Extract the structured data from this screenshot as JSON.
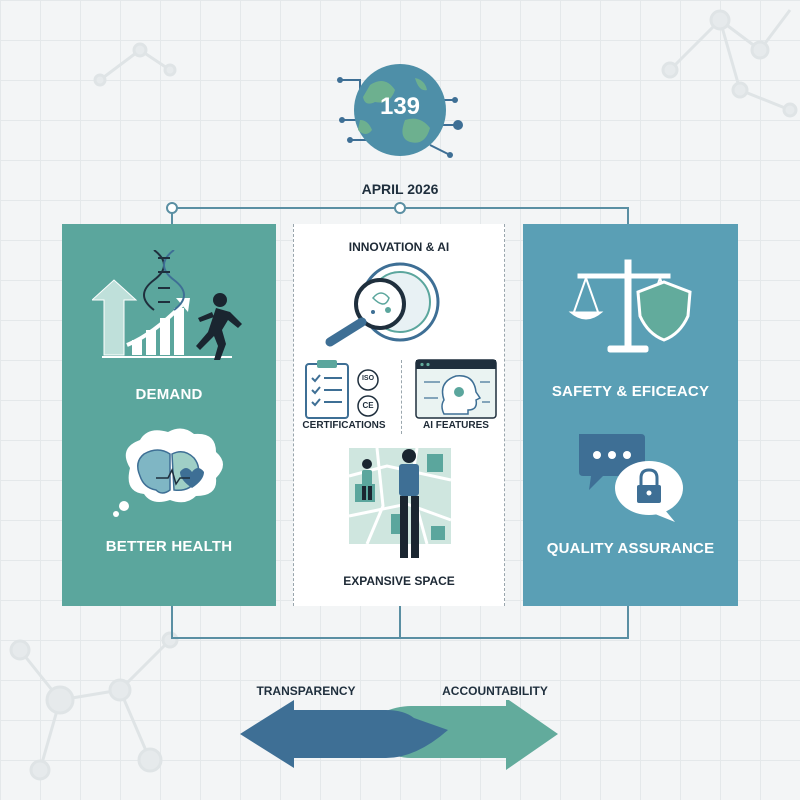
{
  "header": {
    "badge_number": "139",
    "date": "APRIL 2026"
  },
  "left_panel": {
    "color": "#5ba69d",
    "demand_label": "DEMAND",
    "better_health_label": "BETTER HEALTH"
  },
  "center_panel": {
    "innovation_label": "INNOVATION & AI",
    "certifications_label": "CERTIFICATIONS",
    "ai_features_label": "AI FEATURES",
    "expansive_space_label": "EXPANSIVE SPACE",
    "iso_text": "ISO",
    "ce_text": "CE"
  },
  "right_panel": {
    "color": "#5a9fb5",
    "safety_label": "SAFETY & EFICEACY",
    "quality_label": "QUALITY ASSURANCE"
  },
  "footer": {
    "transparency_label": "TRANSPARENCY",
    "accountability_label": "ACCOUNTABILITY",
    "left_arrow_color": "#3e6f95",
    "right_arrow_color": "#62ab9c"
  },
  "icons": [
    "globe-icon",
    "dna-icon",
    "growth-chart-icon",
    "runner-icon",
    "brain-thought-icon",
    "magnifier-icon",
    "clipboard-checklist-icon",
    "ai-head-icon",
    "map-people-icon",
    "scales-icon",
    "shield-icon",
    "chat-bubble-icon",
    "padlock-icon"
  ]
}
